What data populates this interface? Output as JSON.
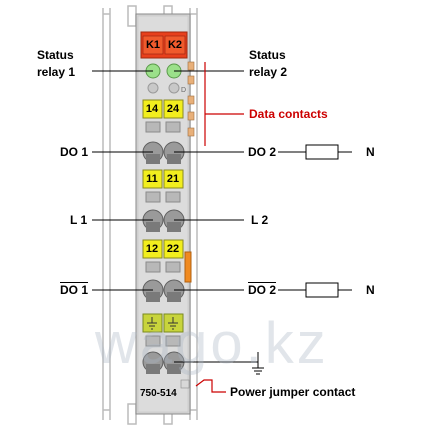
{
  "labels": {
    "status_relay_1_line1": "Status",
    "status_relay_1_line2": "relay 1",
    "status_relay_2_line1": "Status",
    "status_relay_2_line2": "relay 2",
    "data_contacts": "Data contacts",
    "do1_a": "DO 1",
    "do2_a": "DO 2",
    "l1": "L 1",
    "l2": "L 2",
    "do1_b": "DO 1",
    "do2_b": "DO 2",
    "n_a": "N",
    "n_b": "N",
    "power_jumper": "Power jumper contact",
    "model": "750-514",
    "watermark": "wago.kz"
  },
  "module": {
    "led_k1": "K1",
    "led_k2": "K2",
    "terminals": [
      {
        "left": "14",
        "right": "24"
      },
      {
        "left": "11",
        "right": "21"
      },
      {
        "left": "12",
        "right": "22"
      }
    ]
  },
  "colors": {
    "led_red": "#e8401c",
    "led_green": "#9be08a",
    "terminal_yellow": "#f2ee1e",
    "ground_yellow": "#c8d43c",
    "housing": "#d4d4d4",
    "annotation_red": "#cc0000"
  }
}
